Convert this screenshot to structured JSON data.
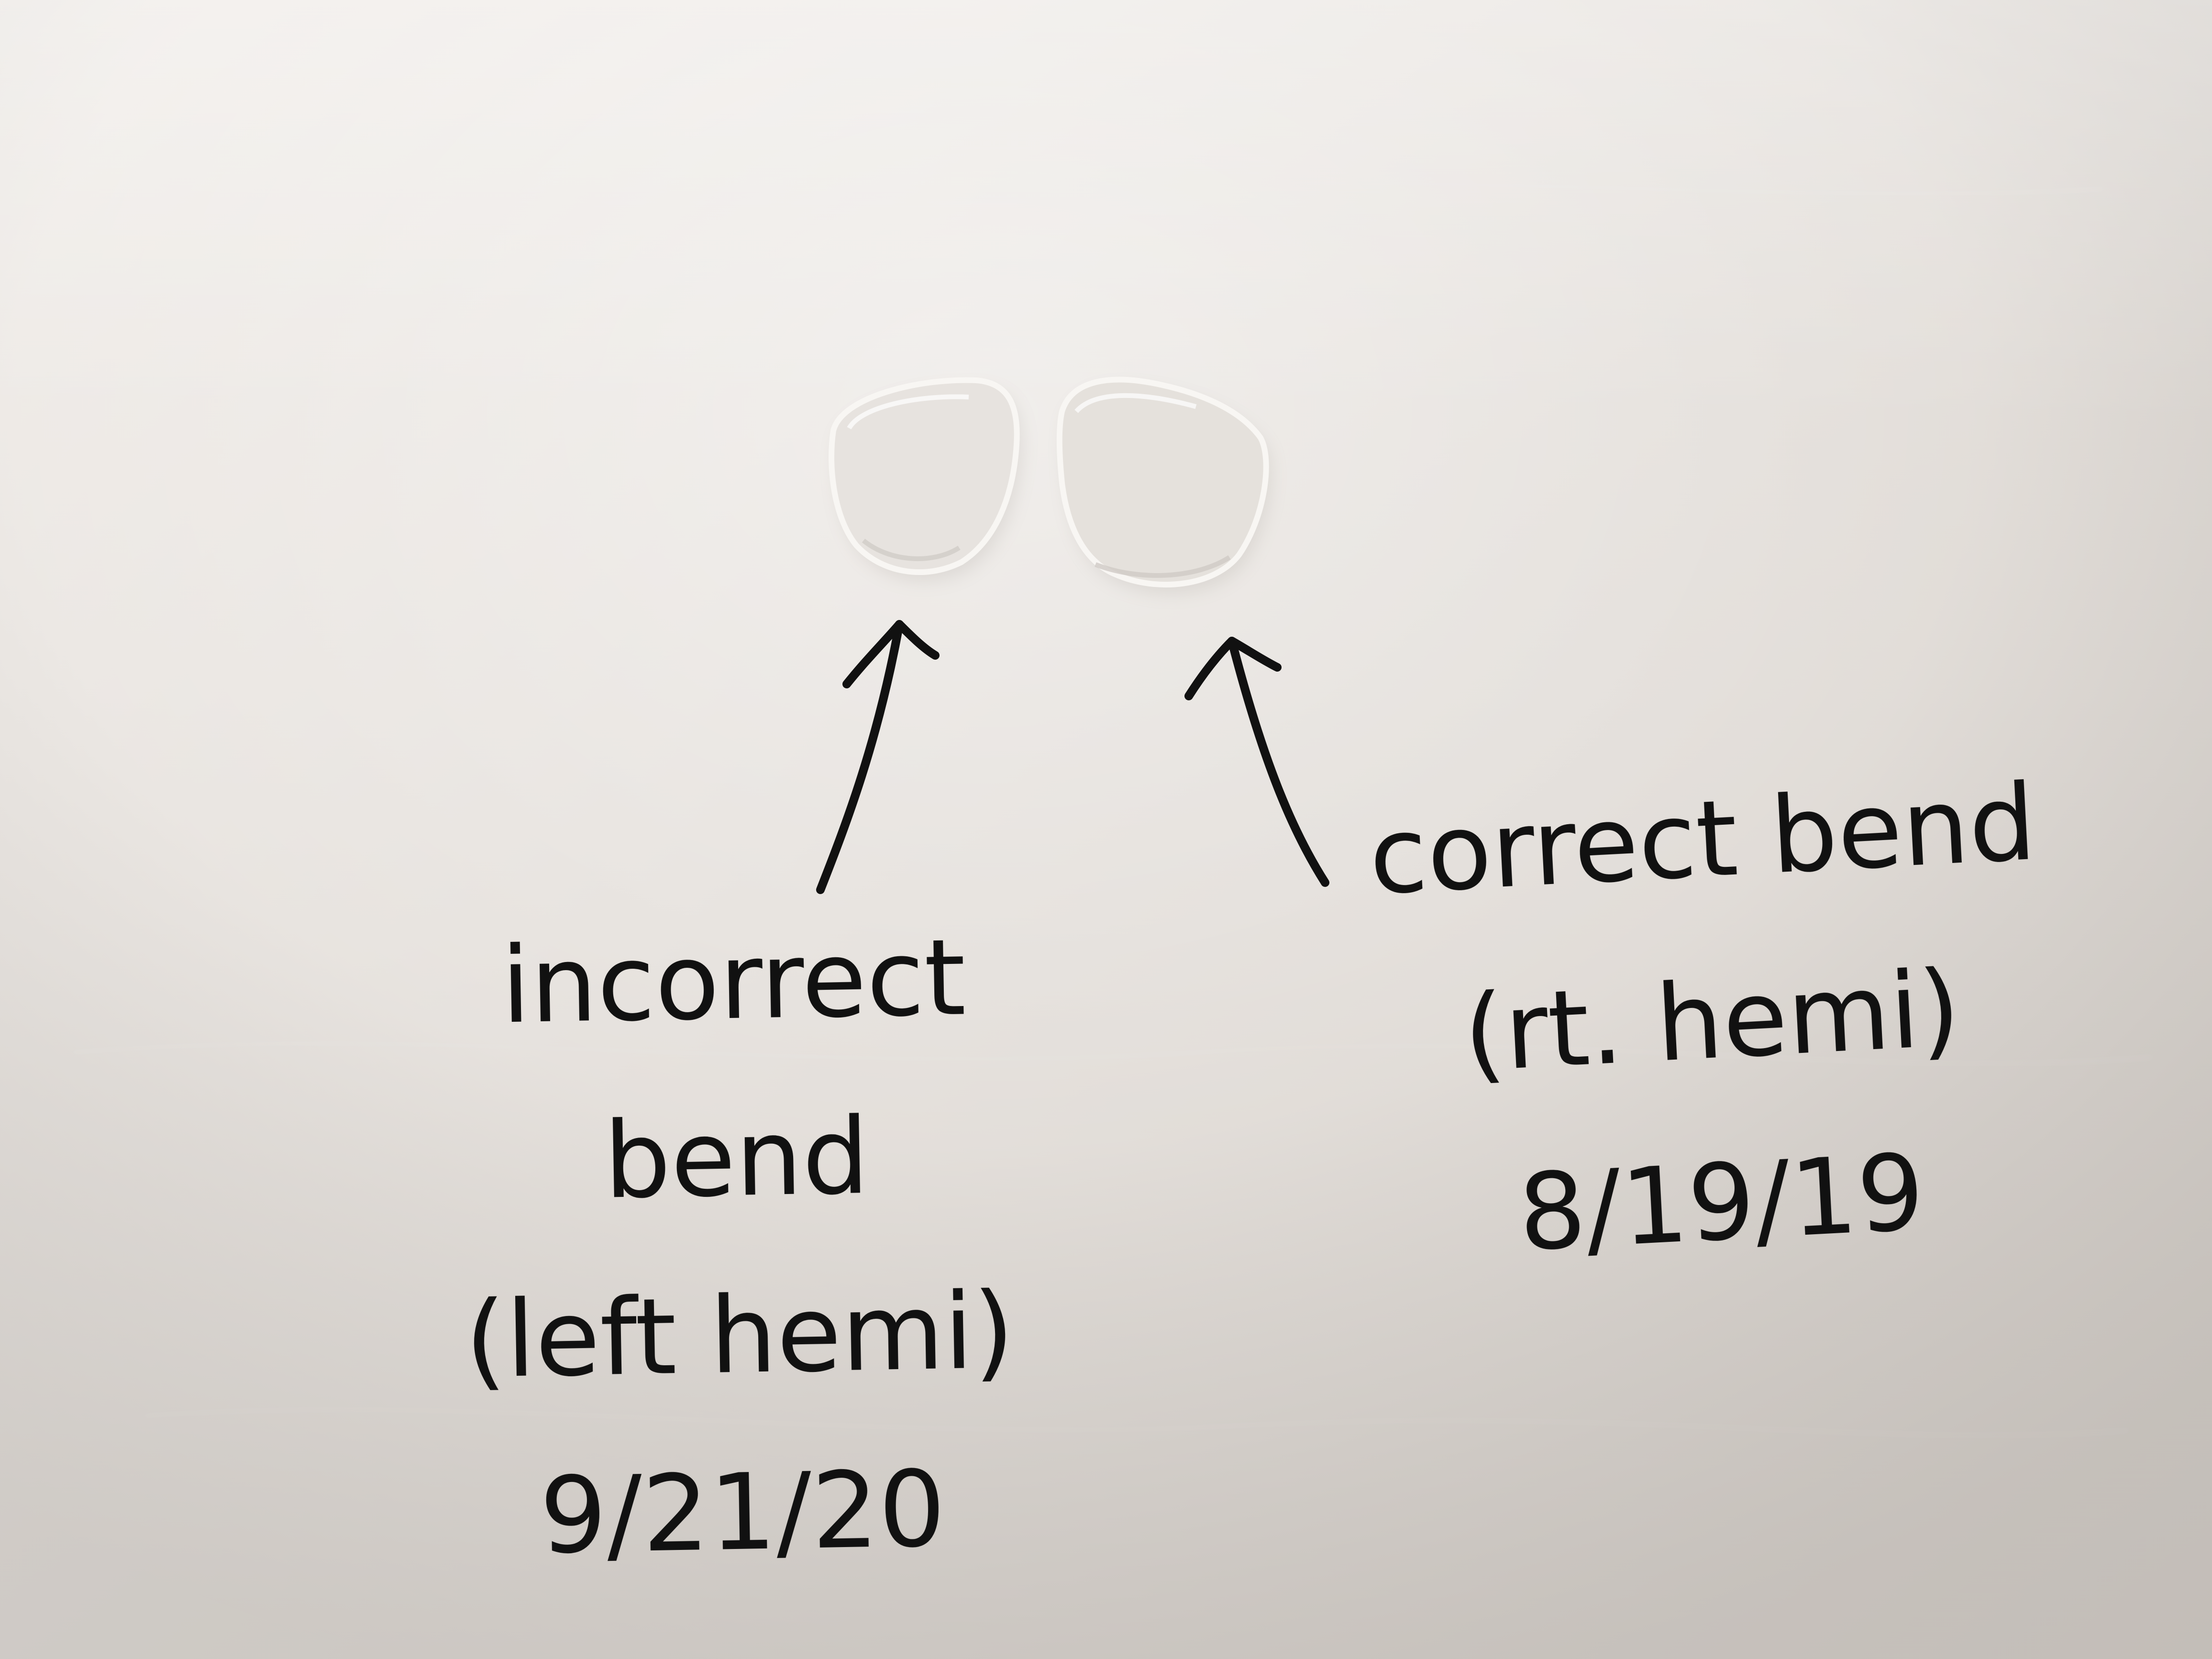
{
  "photo": {
    "subject": "two clear dome-shaped pieces on white paper with handwritten notes",
    "colors": {
      "paper_light": "#f0ece8",
      "paper_mid": "#dcd7d2",
      "paper_shadow": "#c8c1bb",
      "ink": "#111111",
      "piece_fill": "#e7e3df",
      "piece_edge": "#f8f6f3"
    }
  },
  "left_note": {
    "line1": "incorrect",
    "line2": "bend",
    "line3": "(left hemi)",
    "date": "9/21/20"
  },
  "right_note": {
    "line1": "correct bend",
    "line2": "(rt. hemi)",
    "date": "8/19/19"
  }
}
